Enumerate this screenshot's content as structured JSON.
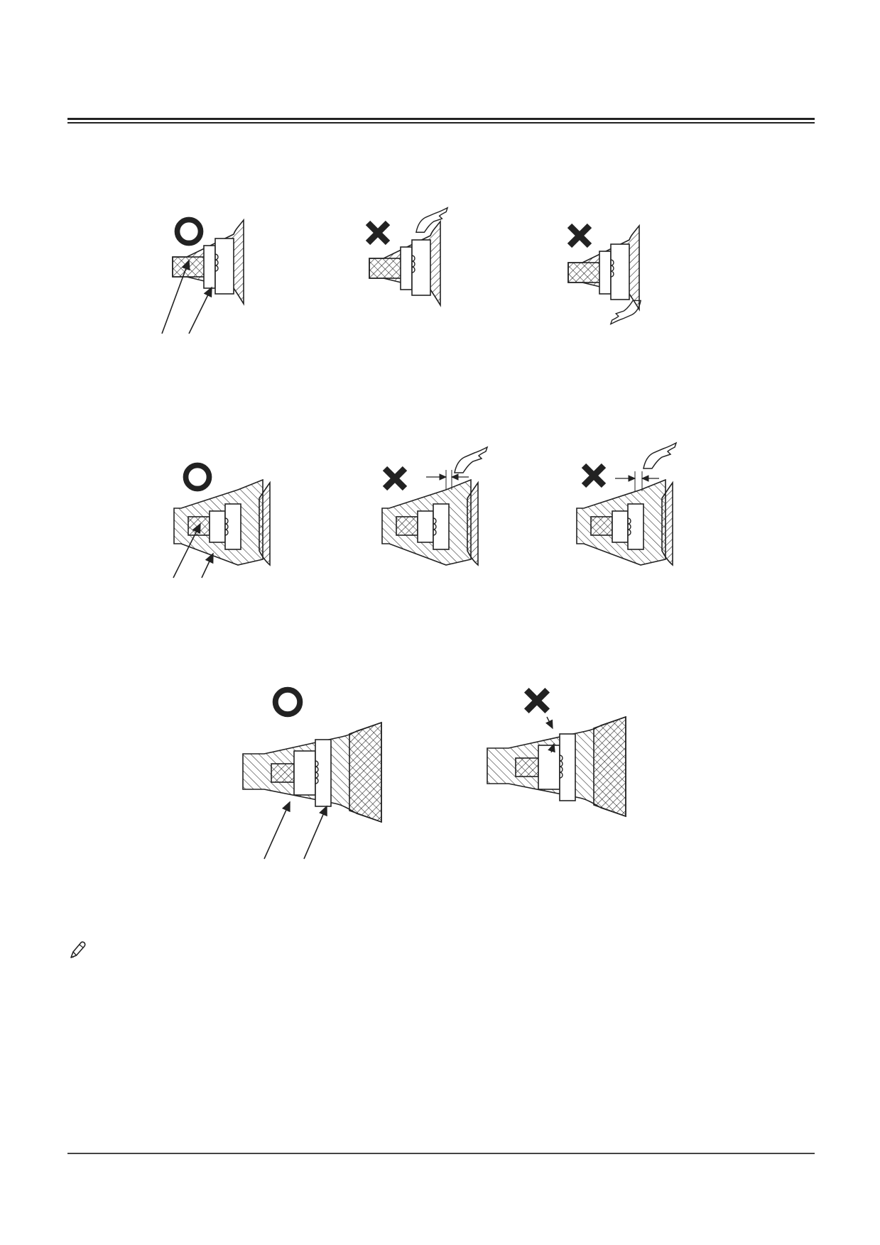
{
  "page": {
    "background": "#ffffff",
    "ink": "#222222"
  },
  "figures": {
    "row1": [
      {
        "mark": "circle-ok-icon",
        "verdict": "correct"
      },
      {
        "mark": "cross-ng-icon",
        "verdict": "incorrect"
      },
      {
        "mark": "cross-ng-icon",
        "verdict": "incorrect"
      }
    ],
    "row2": [
      {
        "mark": "circle-ok-icon",
        "verdict": "correct"
      },
      {
        "mark": "cross-ng-icon",
        "verdict": "incorrect"
      },
      {
        "mark": "cross-ng-icon",
        "verdict": "incorrect"
      }
    ],
    "row3": [
      {
        "mark": "circle-ok-icon",
        "verdict": "correct"
      },
      {
        "mark": "cross-ng-icon",
        "verdict": "incorrect"
      }
    ]
  },
  "note": {
    "icon": "pencil-note-icon"
  }
}
